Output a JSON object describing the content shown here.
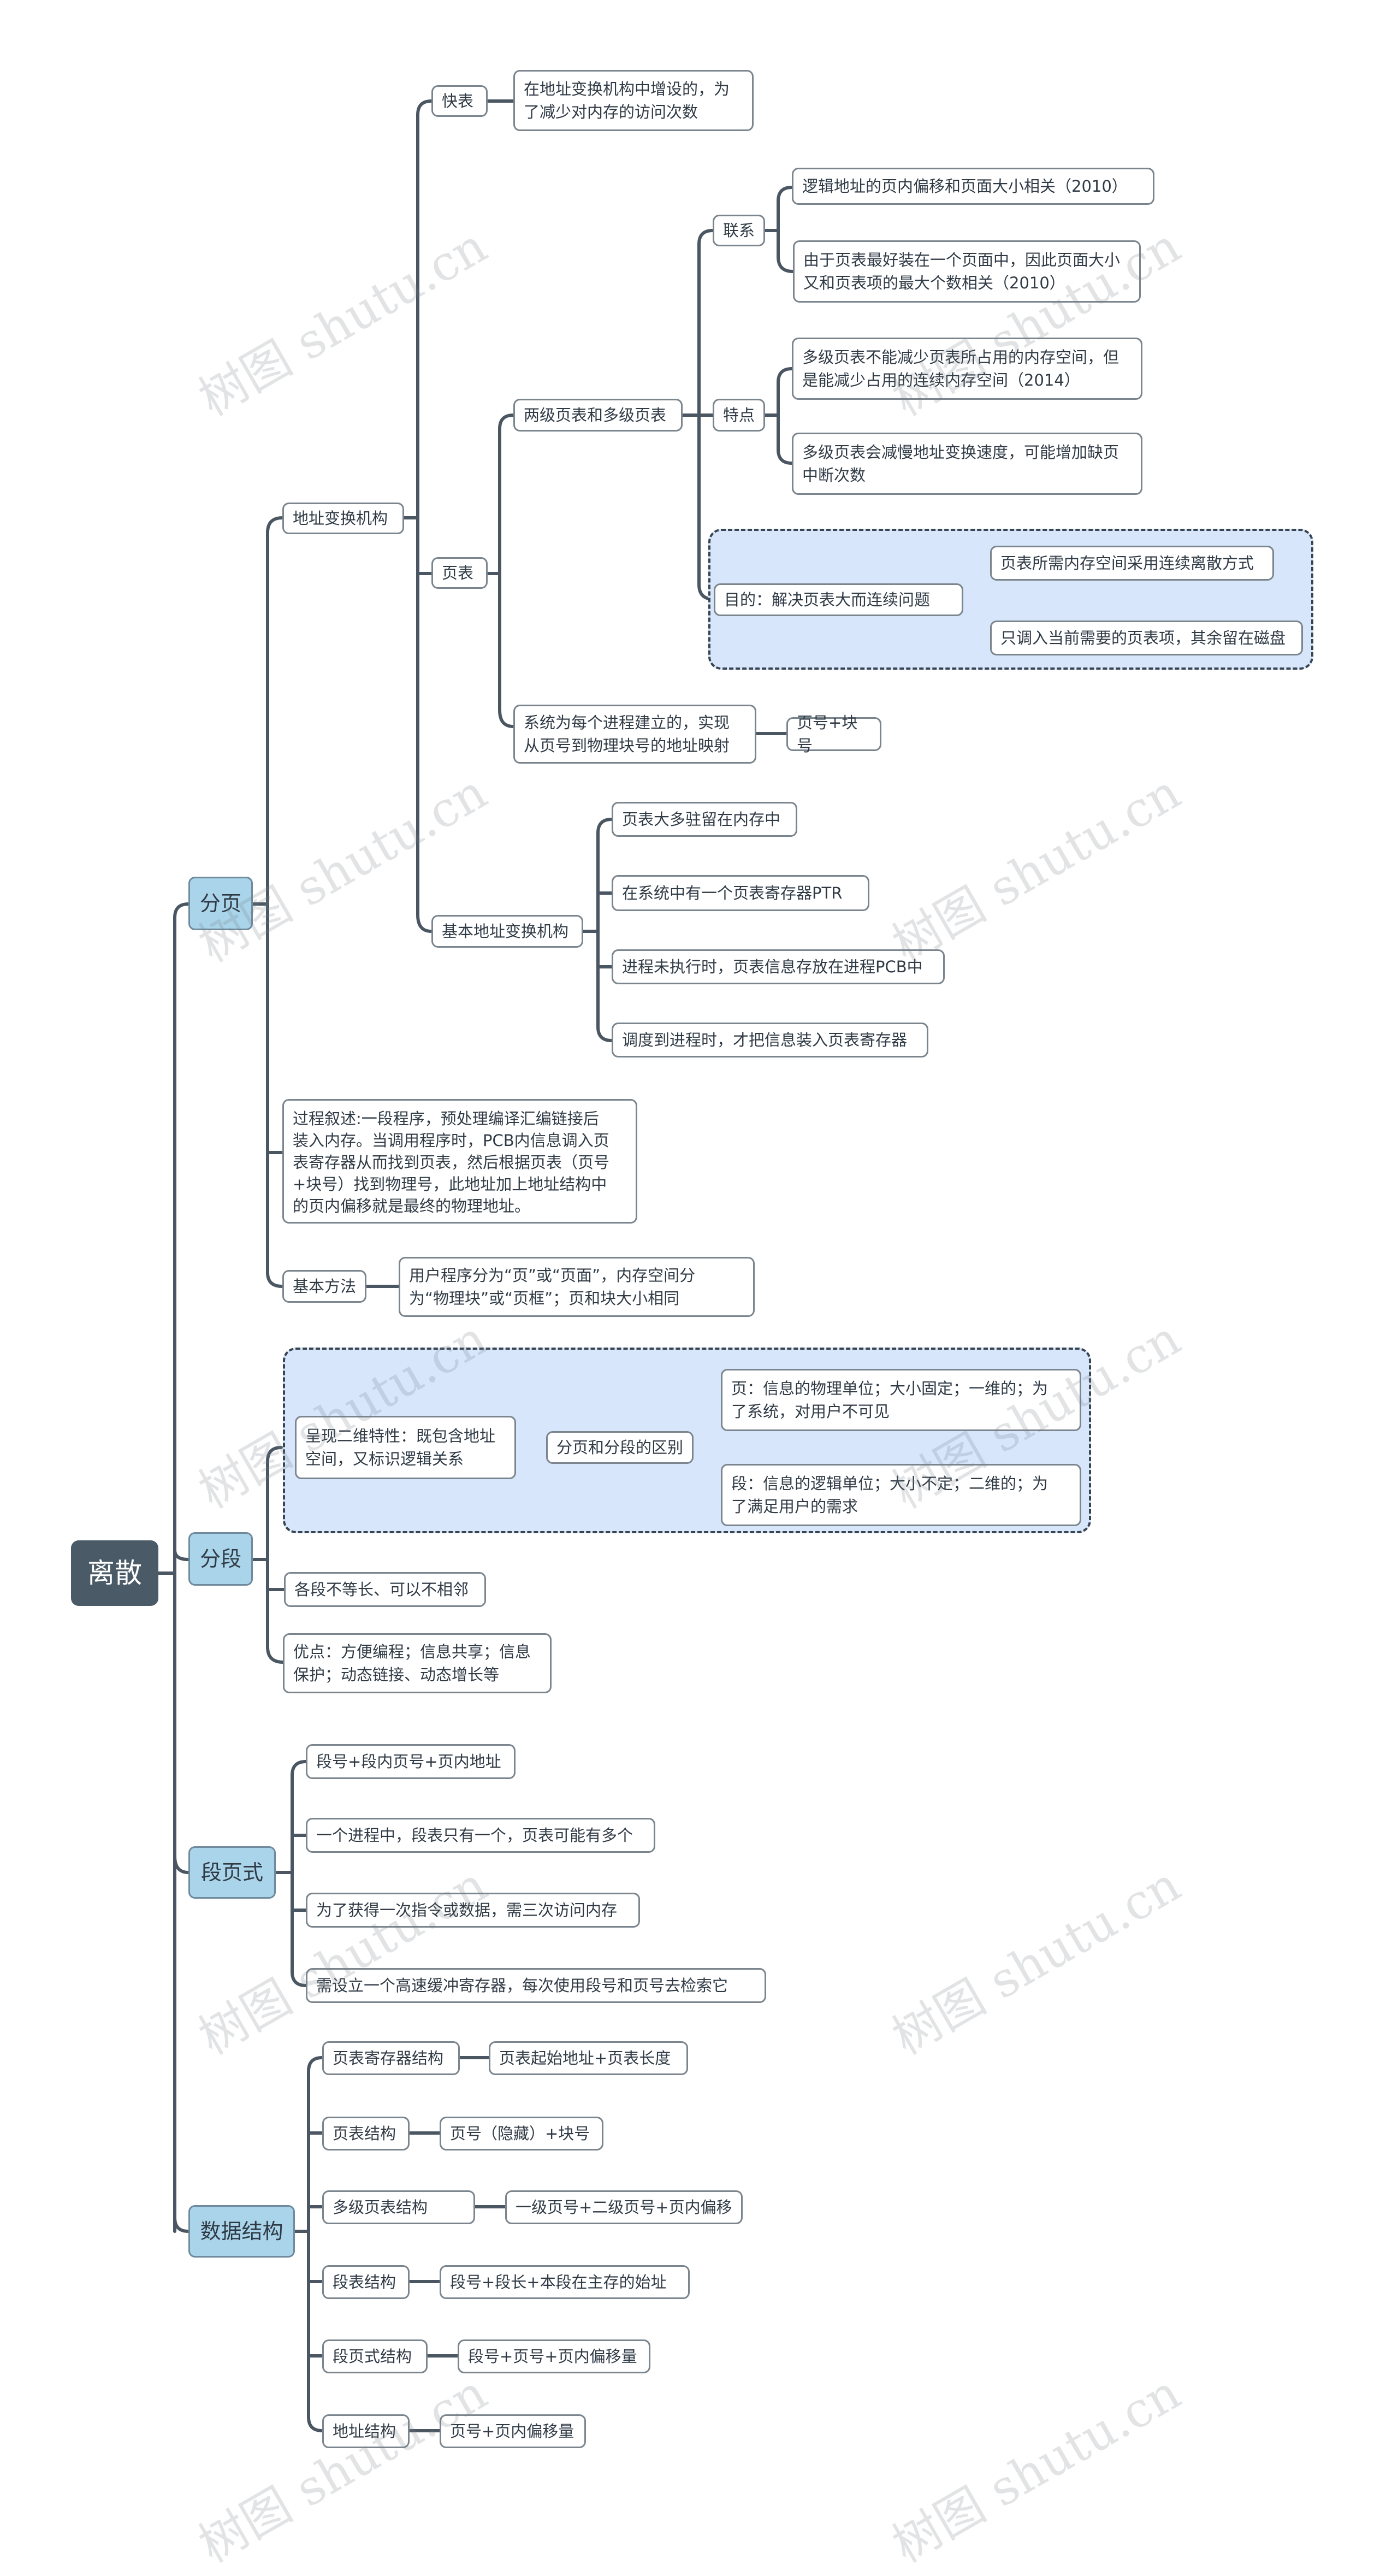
{
  "root": "离散",
  "paging": {
    "label": "分页",
    "addr_mech": {
      "label": "地址变换机构",
      "tlb": {
        "label": "快表",
        "desc": "在地址变换机构中增设的，为\n了减少对内存的访问次数"
      },
      "page_table": {
        "label": "页表",
        "multi": {
          "label": "两级页表和多级页表",
          "relation": {
            "label": "联系",
            "items": [
              "逻辑地址的页内偏移和页面大小相关（2010）",
              "由于页表最好装在一个页面中，因此页面大小\n又和页表项的最大个数相关（2010）"
            ]
          },
          "feature": {
            "label": "特点",
            "items": [
              "多级页表不能减少页表所占用的内存空间，但\n是能减少占用的连续内存空间（2014）",
              "多级页表会减慢地址变换速度，可能增加缺页\n中断次数"
            ]
          },
          "purpose": {
            "label": "目的：解决页表大而连续问题",
            "items": [
              "页表所需内存空间采用连续离散方式",
              "只调入当前需要的页表项，其余留在磁盘"
            ]
          }
        },
        "system": {
          "label": "系统为每个进程建立的，实现\n从页号到物理块号的地址映射",
          "detail": "页号+块号"
        }
      },
      "basic_mech": {
        "label": "基本地址变换机构",
        "items": [
          "页表大多驻留在内存中",
          "在系统中有一个页表寄存器PTR",
          "进程未执行时，页表信息存放在进程PCB中",
          "调度到进程时，才把信息装入页表寄存器"
        ]
      }
    },
    "process": "过程叙述:一段程序，预处理编译汇编链接后\n装入内存。当调用程序时，PCB内信息调入页\n表寄存器从而找到页表，然后根据页表（页号\n+块号）找到物理号，此地址加上地址结构中\n的页内偏移就是最终的物理地址。",
    "basic_method": {
      "label": "基本方法",
      "desc": "用户程序分为“页”或“页面”，内存空间分\n为“物理块”或“页框”；页和块大小相同"
    }
  },
  "segmentation": {
    "label": "分段",
    "two_dim": "呈现二维特性：既包含地址\n空间，又标识逻辑关系",
    "diff": {
      "label": "分页和分段的区别",
      "items": [
        "页：信息的物理单位；大小固定；一维的；为\n了系统，对用户不可见",
        "段：信息的逻辑单位；大小不定；二维的；为\n了满足用户的需求"
      ]
    },
    "unequal": "各段不等长、可以不相邻",
    "pros": "优点：方便编程；信息共享；信息\n保护；动态链接、动态增长等"
  },
  "seg_page": {
    "label": "段页式",
    "items": [
      "段号+段内页号+页内地址",
      "一个进程中，段表只有一个，页表可能有多个",
      "为了获得一次指令或数据，需三次访问内存",
      "需设立一个高速缓冲寄存器，每次使用段号和页号去检索它"
    ]
  },
  "data_struct": {
    "label": "数据结构",
    "items": [
      {
        "label": "页表寄存器结构",
        "value": "页表起始地址+页表长度"
      },
      {
        "label": "页表结构",
        "value": "页号（隐藏）+块号"
      },
      {
        "label": "多级页表结构",
        "value": "一级页号+二级页号+页内偏移"
      },
      {
        "label": "段表结构",
        "value": "段号+段长+本段在主存的始址"
      },
      {
        "label": "段页式结构",
        "value": "段号+页号+页内偏移量"
      },
      {
        "label": "地址结构",
        "value": "页号+页内偏移量"
      }
    ]
  },
  "watermark": "树图 shutu.cn",
  "colors": {
    "root": "#4a5a66",
    "level1": "#a9d4ea",
    "highlight": "#d7e6fb",
    "line": "#4a5661"
  }
}
